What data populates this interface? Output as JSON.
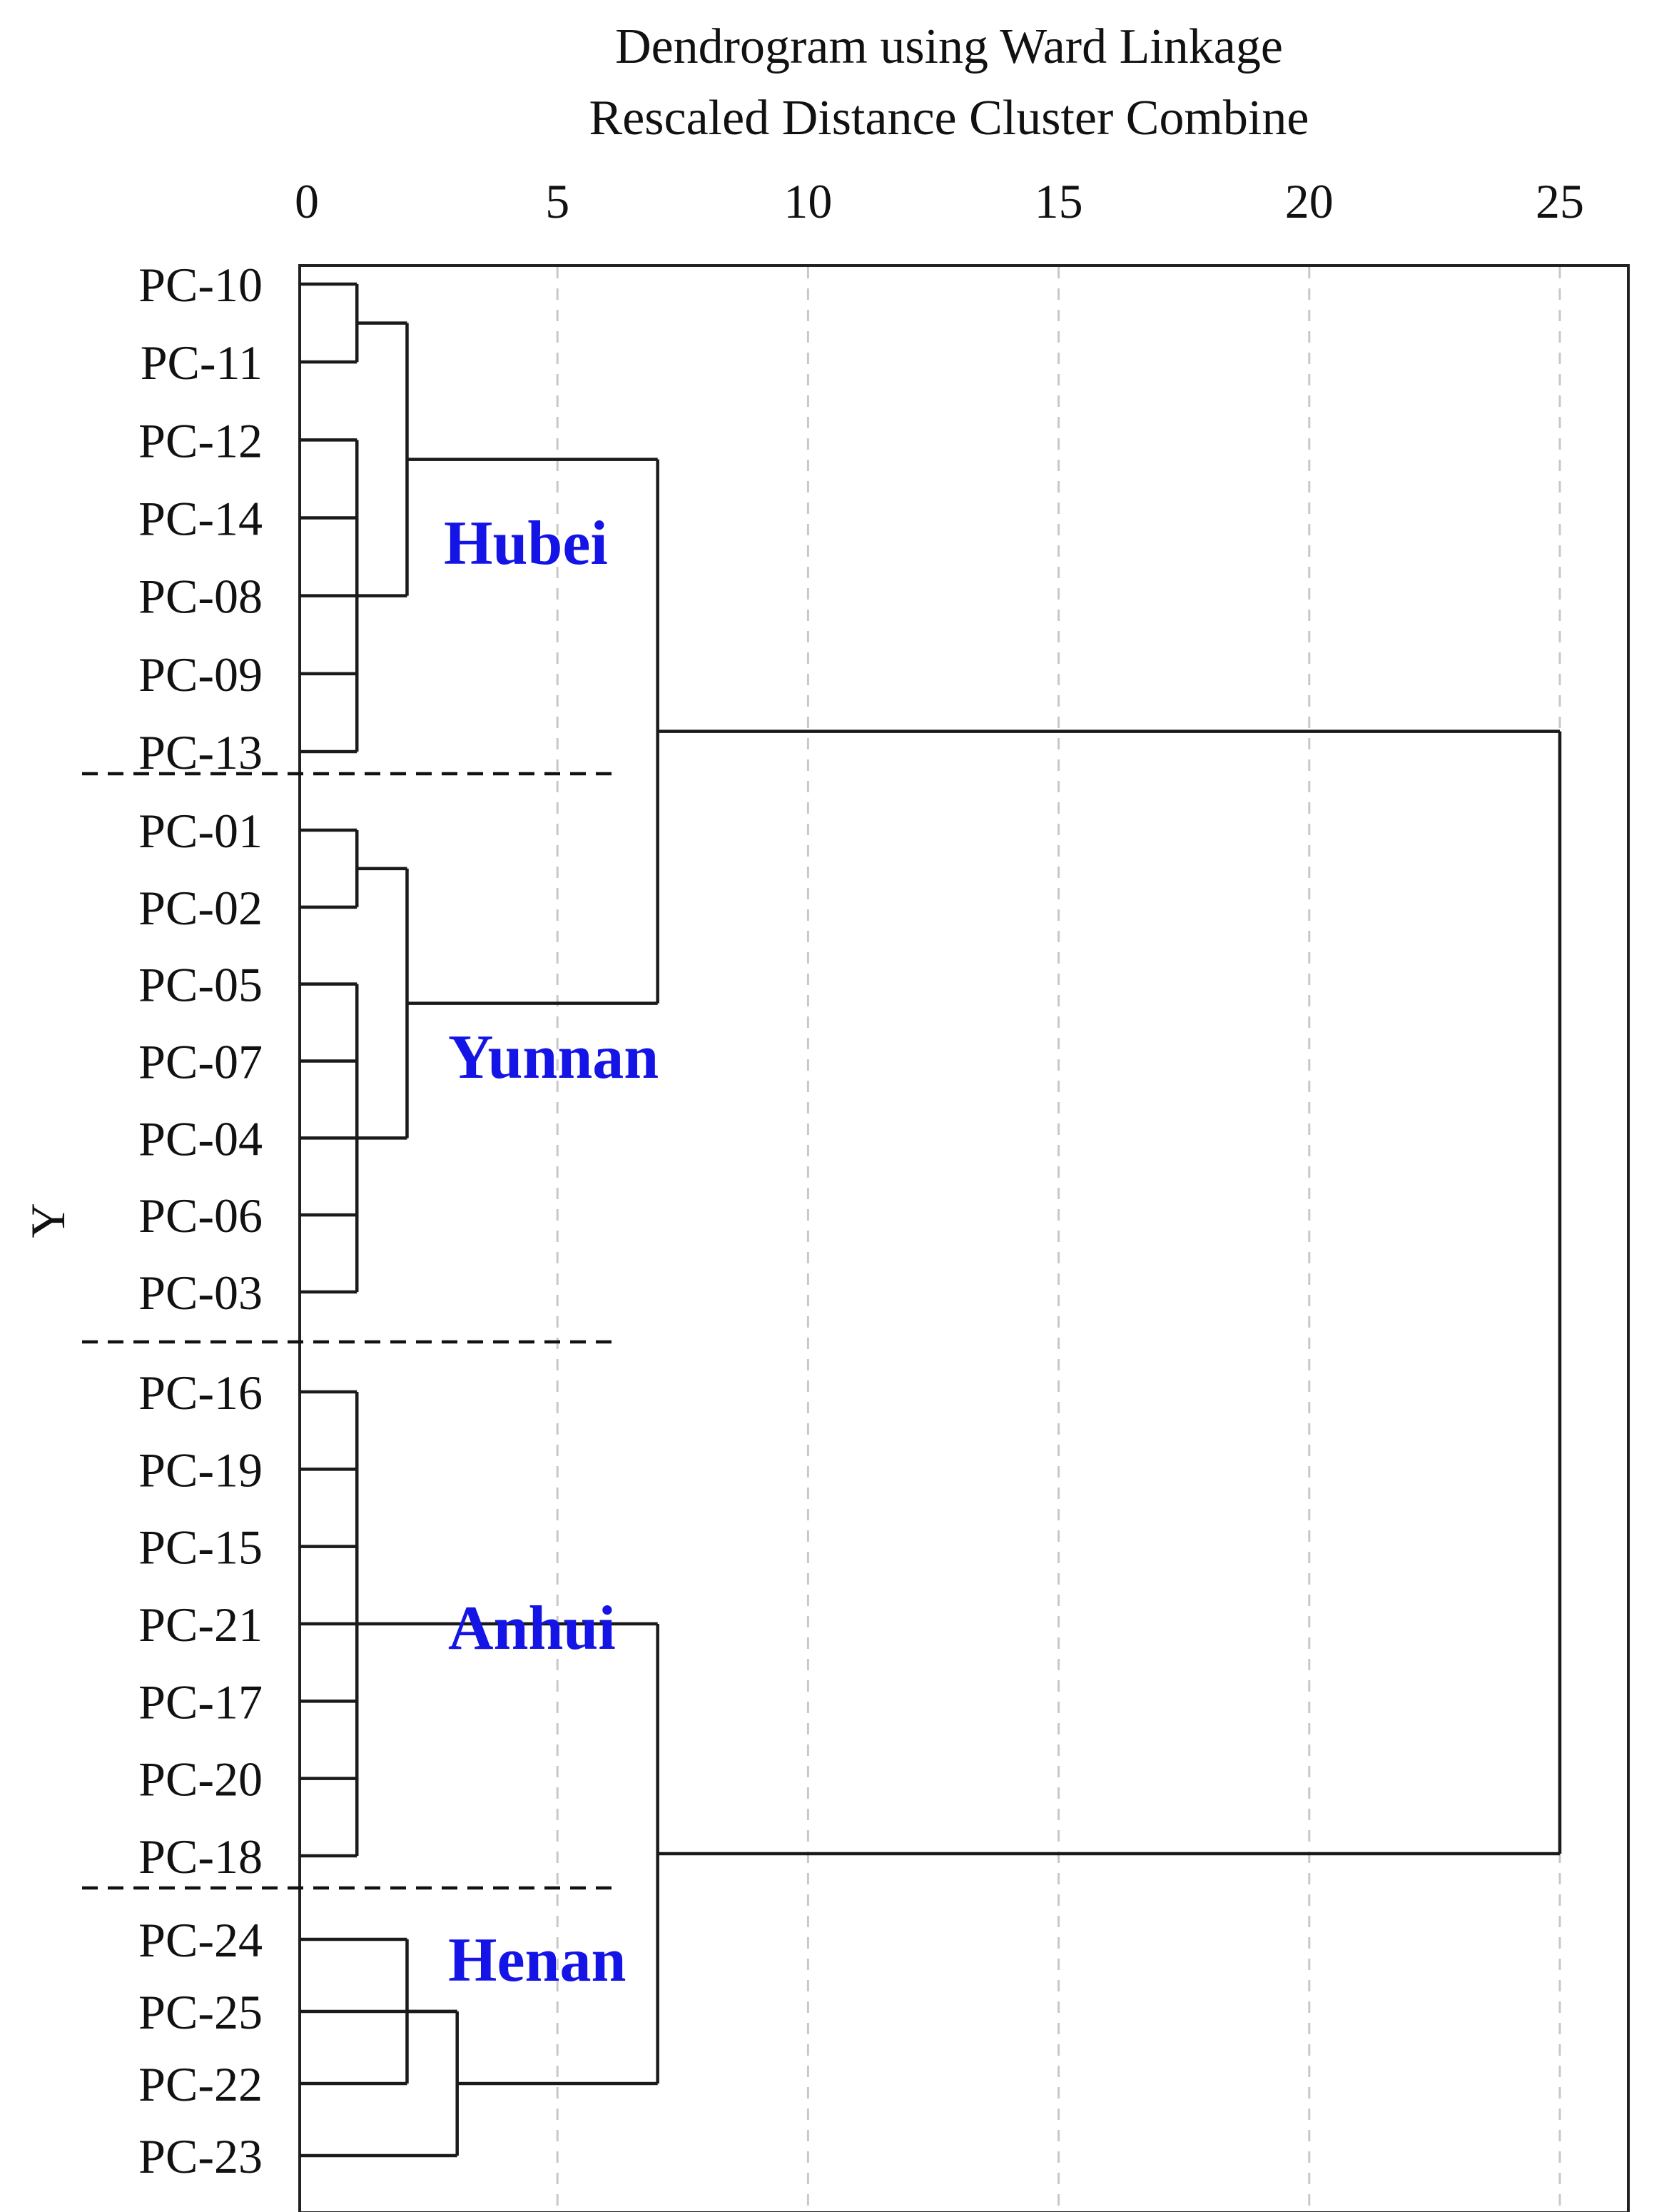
{
  "chart_data": {
    "type": "dendrogram",
    "title_lines": [
      "Dendrogram using Ward Linkage",
      "Rescaled Distance Cluster Combine"
    ],
    "ylabel": "Y",
    "xlim": [
      0,
      26.3
    ],
    "x_ticks": [
      0,
      5,
      10,
      15,
      20,
      25
    ],
    "grid": "vertical-dashed",
    "colors": {
      "group_label": "#1414e6",
      "lines": "#1a1a1a",
      "grid": "#c8c8c8"
    },
    "leaves": [
      "PC-10",
      "PC-11",
      "PC-12",
      "PC-14",
      "PC-08",
      "PC-09",
      "PC-13",
      "PC-01",
      "PC-02",
      "PC-05",
      "PC-07",
      "PC-04",
      "PC-06",
      "PC-03",
      "PC-16",
      "PC-19",
      "PC-15",
      "PC-21",
      "PC-17",
      "PC-20",
      "PC-18",
      "PC-24",
      "PC-25",
      "PC-22",
      "PC-23"
    ],
    "groups": [
      {
        "label": "Hubei",
        "leaves": [
          "PC-10",
          "PC-11",
          "PC-12",
          "PC-14",
          "PC-08",
          "PC-09",
          "PC-13"
        ]
      },
      {
        "label": "Yunnan",
        "leaves": [
          "PC-01",
          "PC-02",
          "PC-05",
          "PC-07",
          "PC-04",
          "PC-06",
          "PC-03"
        ]
      },
      {
        "label": "Anhui",
        "leaves": [
          "PC-16",
          "PC-19",
          "PC-15",
          "PC-21",
          "PC-17",
          "PC-20",
          "PC-18"
        ]
      },
      {
        "label": "Henan",
        "leaves": [
          "PC-24",
          "PC-25",
          "PC-22",
          "PC-23"
        ]
      }
    ],
    "merges": [
      {
        "id": "a",
        "children": [
          "PC-10",
          "PC-11"
        ],
        "distance": 1.0
      },
      {
        "id": "b",
        "children": [
          "PC-12",
          "PC-14",
          "PC-08",
          "PC-09",
          "PC-13"
        ],
        "distance": 1.0
      },
      {
        "id": "c",
        "children": [
          "a",
          "b"
        ],
        "distance": 2.0
      },
      {
        "id": "d",
        "children": [
          "PC-01",
          "PC-02"
        ],
        "distance": 1.0
      },
      {
        "id": "e",
        "children": [
          "PC-05",
          "PC-07",
          "PC-04",
          "PC-06",
          "PC-03"
        ],
        "distance": 1.0
      },
      {
        "id": "f",
        "children": [
          "d",
          "e"
        ],
        "distance": 2.0
      },
      {
        "id": "g",
        "children": [
          "c",
          "f"
        ],
        "distance": 7.0
      },
      {
        "id": "h",
        "children": [
          "PC-16",
          "PC-19",
          "PC-15",
          "PC-21",
          "PC-17",
          "PC-20",
          "PC-18"
        ],
        "distance": 1.0
      },
      {
        "id": "i",
        "children": [
          "PC-24",
          "PC-22"
        ],
        "distance": 2.0
      },
      {
        "id": "j",
        "children": [
          "i",
          "PC-25",
          "PC-23"
        ],
        "distance": 3.0
      },
      {
        "id": "k",
        "children": [
          "h",
          "j"
        ],
        "distance": 7.0
      },
      {
        "id": "root",
        "children": [
          "g",
          "k"
        ],
        "distance": 25.0
      }
    ]
  }
}
